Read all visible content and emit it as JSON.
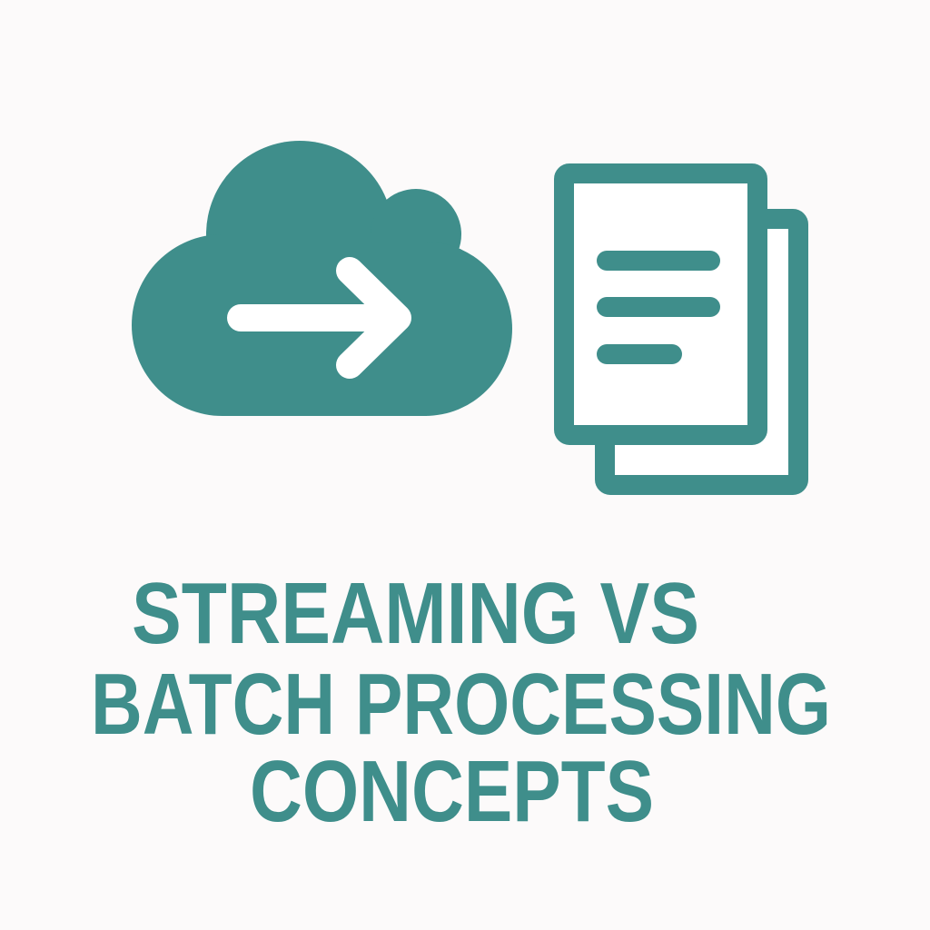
{
  "colors": {
    "accent": "#3f8e8b",
    "background": "#fcfafa",
    "paper": "#ffffff"
  },
  "icons": {
    "cloud": "cloud-upload-arrow-icon",
    "documents": "stacked-documents-icon"
  },
  "title": {
    "line1": "STREAMING VS",
    "line2": "BATCH PROCESSING",
    "line3": "CONCEPTS"
  }
}
